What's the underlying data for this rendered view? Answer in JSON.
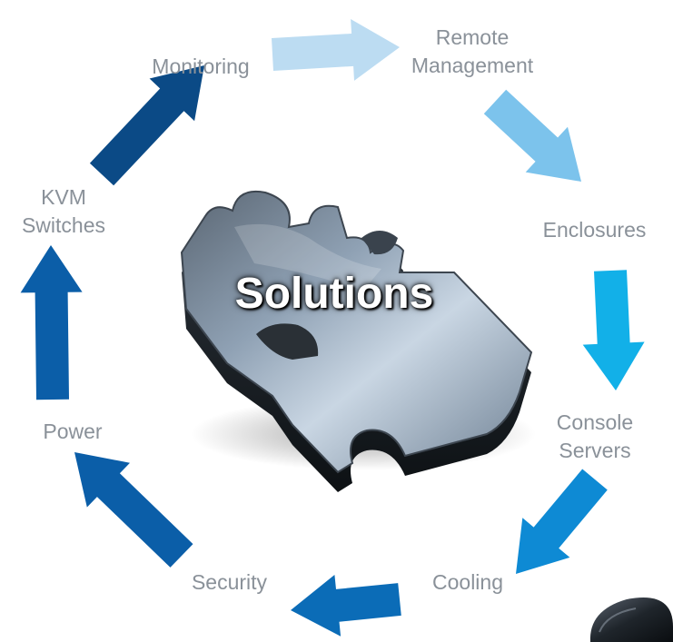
{
  "center": {
    "title": "Solutions"
  },
  "nodes": [
    {
      "id": "remote-management",
      "lines": [
        "Remote",
        "Management"
      ]
    },
    {
      "id": "enclosures",
      "lines": [
        "Enclosures"
      ]
    },
    {
      "id": "console-servers",
      "lines": [
        "Console",
        "Servers"
      ]
    },
    {
      "id": "cooling",
      "lines": [
        "Cooling"
      ]
    },
    {
      "id": "security",
      "lines": [
        "Security"
      ]
    },
    {
      "id": "power",
      "lines": [
        "Power"
      ]
    },
    {
      "id": "kvm-switches",
      "lines": [
        "KVM",
        "Switches"
      ]
    },
    {
      "id": "monitoring",
      "lines": [
        "Monitoring"
      ]
    }
  ],
  "arrow_colors": {
    "monitoring_to_remote": "#bcdcf2",
    "remote_to_enclosures": "#7cc3ec",
    "enclosures_to_console": "#12b0e8",
    "console_to_cooling": "#0e8ad4",
    "cooling_to_security": "#0b6cb7",
    "security_to_power": "#0b5ea8",
    "power_to_kvm": "#0b5ea8",
    "kvm_to_monitoring": "#0b4a86"
  },
  "label_color": "#8a9199"
}
